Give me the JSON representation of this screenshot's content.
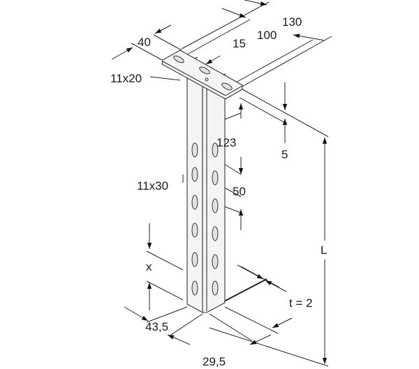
{
  "drawing": {
    "title": "Hanger bracket technical drawing",
    "dimensions": {
      "plate_length": "130",
      "plate_width": "40",
      "hole_offset": "15",
      "hole_spacing": "100",
      "plate_hole": "11x20",
      "first_slot": "123",
      "plate_thickness": "5",
      "slot_size": "11x30",
      "slot_pitch": "50",
      "length": "L",
      "end_distance": "x",
      "wall_thickness": "t = 2",
      "profile_depth": "43,5",
      "profile_width": "29,5"
    },
    "colors": {
      "line": "#222222",
      "fill": "#f4f4f4"
    }
  }
}
